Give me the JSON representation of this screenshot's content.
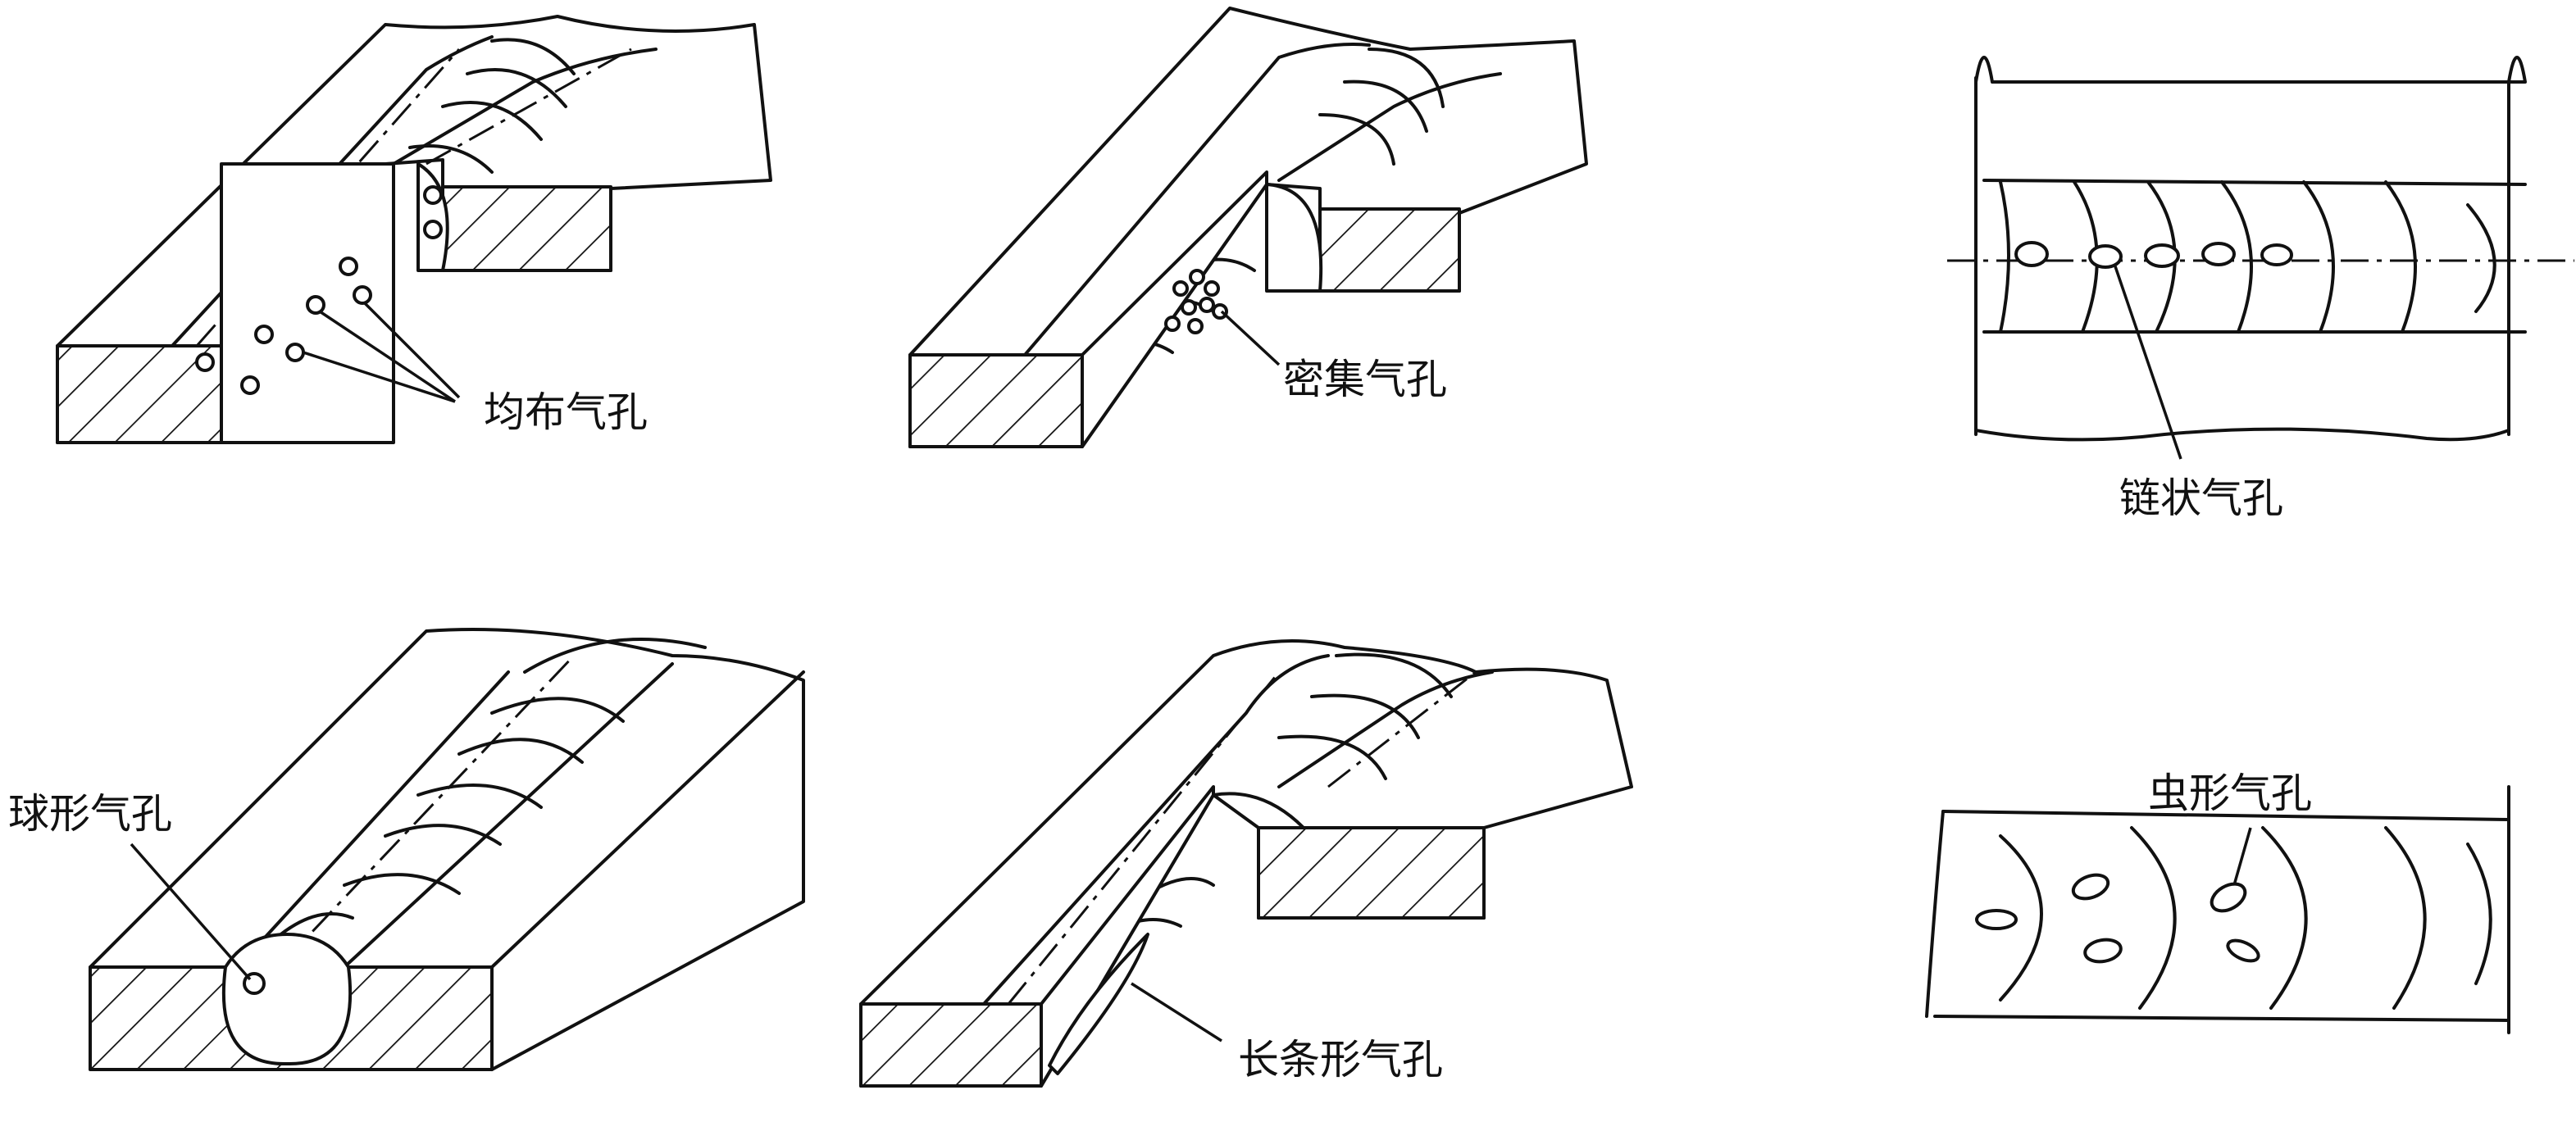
{
  "labels": {
    "uniform": "均布气孔",
    "dense": "密集气孔",
    "chain": "链状气孔",
    "spherical": "球形气孔",
    "elongated": "长条形气孔",
    "worm": "虫形气孔"
  }
}
